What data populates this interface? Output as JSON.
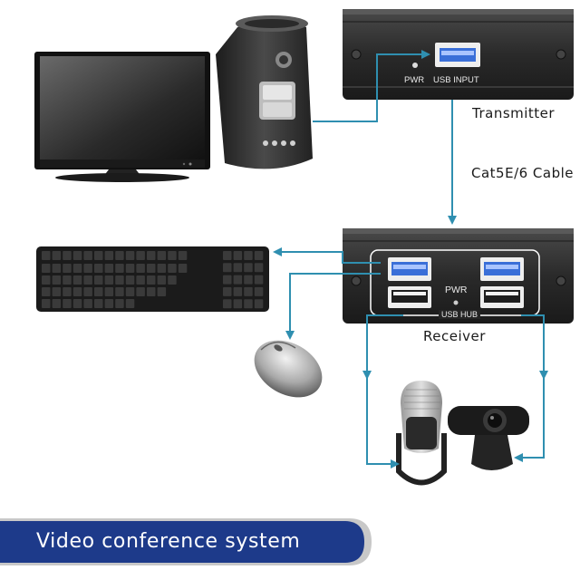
{
  "labels": {
    "transmitter": "Transmitter",
    "cable": "Cat5E/6 Cable",
    "receiver": "Receiver",
    "tx_pwr": "PWR",
    "tx_usb_input": "USB INPUT",
    "rx_pwr": "PWR",
    "rx_usb_hub": "USB HUB"
  },
  "banner": {
    "text": "Video conference system"
  },
  "colors": {
    "connector": "#2f8fb0",
    "banner": "#1d3a8a",
    "banner_edge": "#c8c8c8",
    "device_body": "#2b2b2b",
    "usb_port": "#3a6fd8"
  },
  "devices": [
    "monitor-icon",
    "pc-tower-icon",
    "keyboard-icon",
    "mouse-icon",
    "microphone-icon",
    "webcam-icon"
  ]
}
